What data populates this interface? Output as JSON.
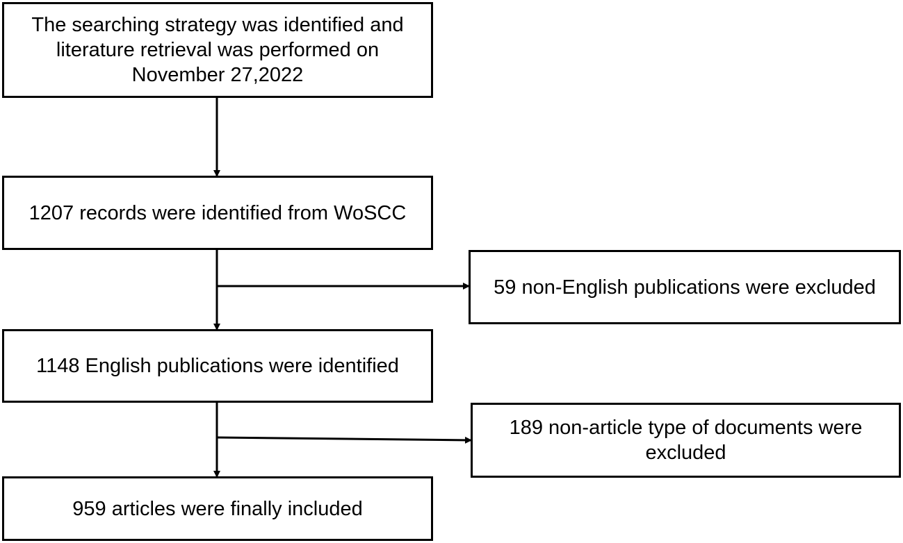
{
  "diagram": {
    "steps": [
      {
        "id": "search",
        "lines": [
          "The searching strategy was identified and",
          "literature retrieval was performed on",
          "November 27,2022"
        ]
      },
      {
        "id": "records",
        "lines": [
          "1207 records were identified from WoSCC"
        ]
      },
      {
        "id": "english",
        "lines": [
          "1148 English publications were identified"
        ]
      },
      {
        "id": "final",
        "lines": [
          "959 articles were finally included"
        ]
      }
    ],
    "exclusions": [
      {
        "id": "non-english",
        "lines": [
          "59 non-English publications were excluded"
        ]
      },
      {
        "id": "non-article",
        "lines": [
          "189 non-article type of documents were",
          "excluded"
        ]
      }
    ],
    "colors": {
      "stroke": "#000000",
      "background": "#ffffff",
      "text": "#000000"
    }
  }
}
